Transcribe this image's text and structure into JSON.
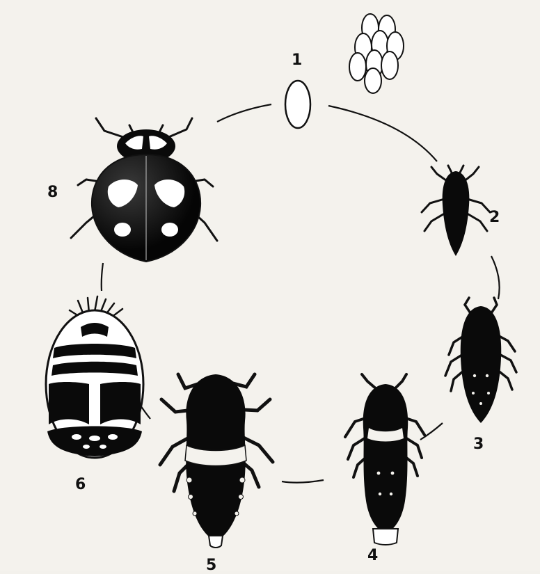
{
  "diagram": {
    "type": "life-cycle",
    "stages": [
      {
        "id": "egg",
        "label": "1"
      },
      {
        "id": "larva-first-instar",
        "label": "2"
      },
      {
        "id": "larva-second-instar",
        "label": "3"
      },
      {
        "id": "larva-third-instar",
        "label": "4"
      },
      {
        "id": "larva-fourth-instar",
        "label": "5"
      },
      {
        "id": "pupa",
        "label": "6"
      },
      {
        "id": "adult-beetle",
        "label": "8"
      }
    ]
  }
}
